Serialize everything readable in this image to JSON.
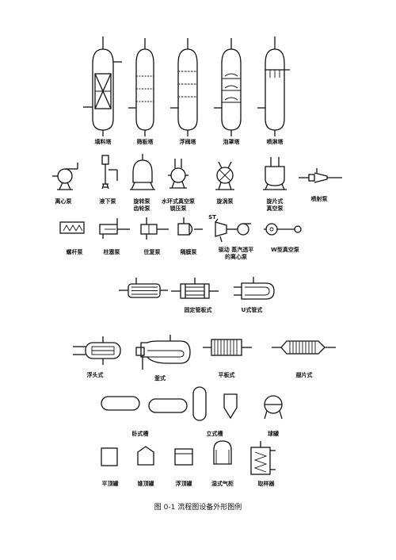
{
  "labels": {
    "towers": [
      "填料塔",
      "筛板塔",
      "浮阀塔",
      "泡罩塔",
      "喷淋塔"
    ],
    "pumps": [
      "离心泵",
      "液下泵",
      "旋转泵",
      "齿轮泵",
      "水环式真空泵",
      "锁压泵",
      "旋涡泵",
      "旋片式",
      "真空泵",
      "喷射泵"
    ],
    "pumps2": [
      "螺杆泵",
      "柱塞泵",
      "往复泵",
      "隔膜泵",
      "驱动 蒸汽透平",
      "的离心泵",
      "W型真空泵"
    ],
    "st": "ST",
    "hx1": [
      "固定管板式",
      "U式管式"
    ],
    "hx2": [
      "浮头式",
      "釜式",
      "平板式",
      "翅片式"
    ],
    "vessels": [
      "卧式槽",
      "立式槽",
      "球罐"
    ],
    "tanks": [
      "平顶罐",
      "锥顶罐",
      "浮顶罐",
      "湿式气柜",
      "取样器"
    ]
  },
  "caption": "图 0-1  流程图设备外形图例"
}
